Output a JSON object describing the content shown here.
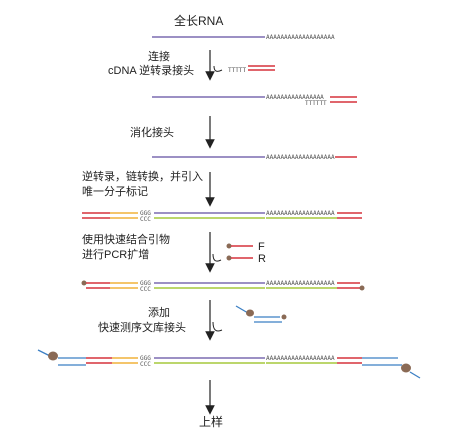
{
  "steps": {
    "s1": "全长RNA",
    "s2_line1": "连接",
    "s2_line2": "cDNA 逆转录接头",
    "s3": "消化接头",
    "s4_line1": "逆转录，链转换，并引入",
    "s4_line2": "唯一分子标记",
    "s5_line1": "使用快速结合引物",
    "s5_line2": "进行PCR扩增",
    "s6_line1": "添加",
    "s6_line2": "快速测序文库接头",
    "s7": "上样"
  },
  "primers": {
    "forward": "F",
    "reverse": "R"
  },
  "sequences": {
    "polyA_full": "AAAAAAAAAAAAAAAAAAA",
    "polyA_row2": "AAAAAAAAAAAAAAAA",
    "polyT_short": "TTTTT",
    "polyT_row2": "TTTTTT",
    "ggg": "GGG",
    "ccc": "CCC"
  },
  "colors": {
    "rna": "#7b6bb0",
    "cdna": "#a6c93b",
    "adapter_red": "#d6323c",
    "orange": "#f0b23a",
    "blue": "#3b7fc4",
    "motor": "#8a6a55",
    "arrow": "#222222"
  }
}
